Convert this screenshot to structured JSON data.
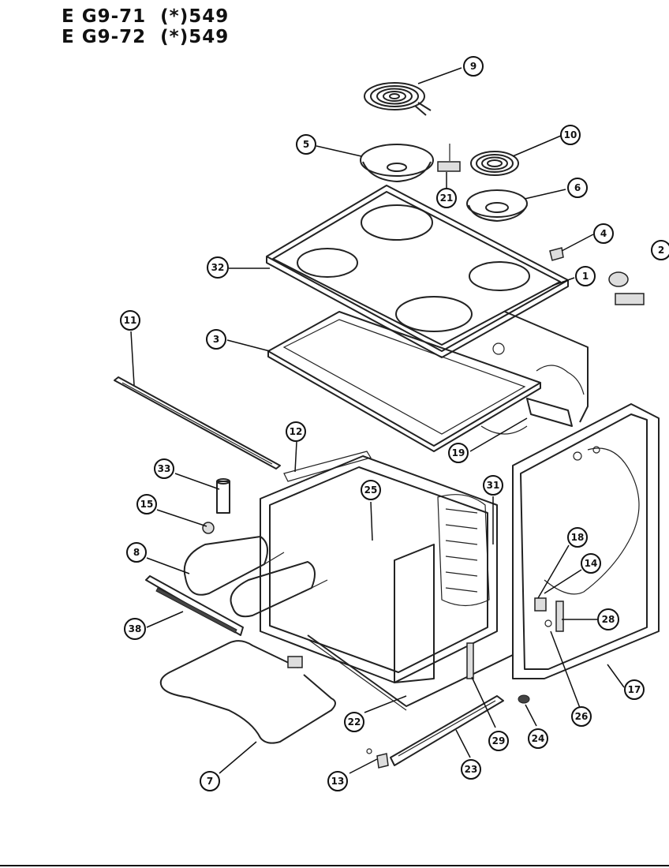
{
  "header": {
    "line1": "E G9-71  (*)549",
    "line2": "E G9-72  (*)549"
  },
  "callouts": [
    {
      "id": "9",
      "label": "9"
    },
    {
      "id": "10",
      "label": "10"
    },
    {
      "id": "5",
      "label": "5"
    },
    {
      "id": "6",
      "label": "6"
    },
    {
      "id": "21",
      "label": "21"
    },
    {
      "id": "4",
      "label": "4"
    },
    {
      "id": "2",
      "label": "2"
    },
    {
      "id": "32",
      "label": "32"
    },
    {
      "id": "1",
      "label": "1"
    },
    {
      "id": "11",
      "label": "11"
    },
    {
      "id": "3",
      "label": "3"
    },
    {
      "id": "19",
      "label": "19"
    },
    {
      "id": "12",
      "label": "12"
    },
    {
      "id": "33",
      "label": "33"
    },
    {
      "id": "25",
      "label": "25"
    },
    {
      "id": "31",
      "label": "31"
    },
    {
      "id": "15",
      "label": "15"
    },
    {
      "id": "8",
      "label": "8"
    },
    {
      "id": "18",
      "label": "18"
    },
    {
      "id": "14",
      "label": "14"
    },
    {
      "id": "28",
      "label": "28"
    },
    {
      "id": "38",
      "label": "38"
    },
    {
      "id": "17",
      "label": "17"
    },
    {
      "id": "26",
      "label": "26"
    },
    {
      "id": "22",
      "label": "22"
    },
    {
      "id": "24",
      "label": "24"
    },
    {
      "id": "29",
      "label": "29"
    },
    {
      "id": "7",
      "label": "7"
    },
    {
      "id": "13",
      "label": "13"
    },
    {
      "id": "23",
      "label": "23"
    }
  ]
}
